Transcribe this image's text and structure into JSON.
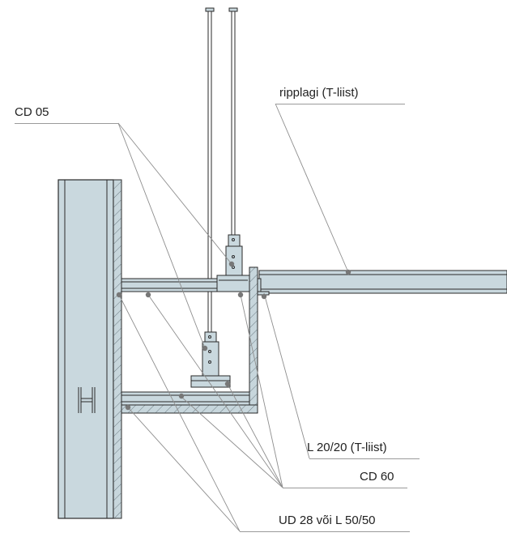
{
  "labels": {
    "cd05": "CD 05",
    "ripplagi": "ripplagi (T-liist)",
    "l2020": "L 20/20 (T-liist)",
    "cd60": "CD 60",
    "ud28": "UD 28 või L 50/50"
  },
  "colors": {
    "steel": "#c9d8de",
    "steel_dark": "#aab9c0",
    "board": "#c7d6dc",
    "outline": "#2a2a2a",
    "leader": "#8e8e8e",
    "dot": "#777777"
  }
}
